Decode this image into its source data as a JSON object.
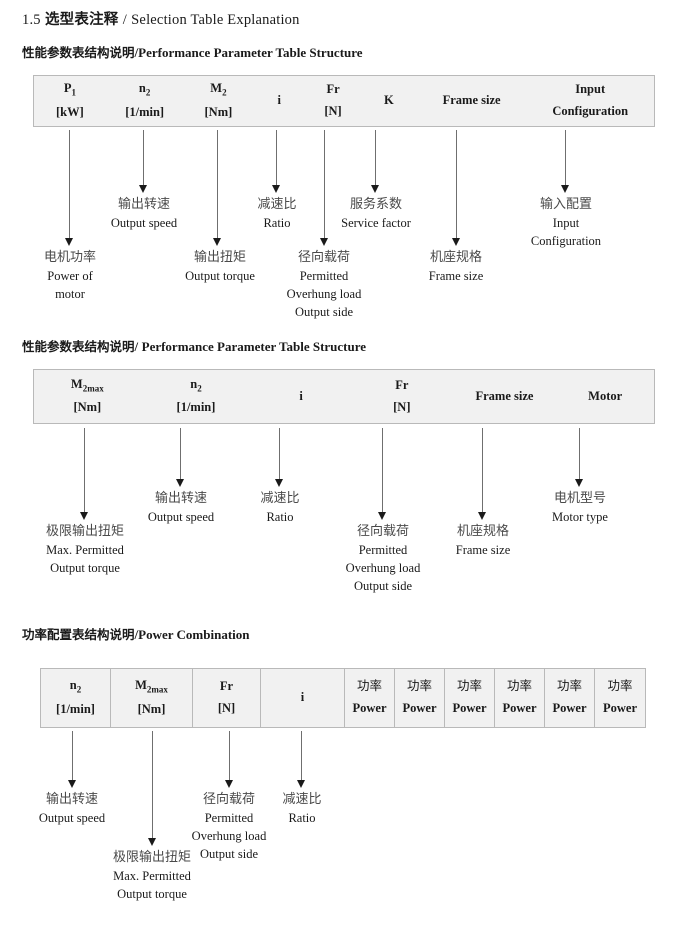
{
  "document": {
    "section_number": "1.5",
    "title_cn": "选型表注释",
    "title_sep": "/",
    "title_en": "Selection Table Explanation"
  },
  "sections": [
    {
      "heading_cn": "性能参数表结构说明",
      "heading_sep": "/",
      "heading_en": "Performance Parameter Table Structure",
      "table": {
        "bordered": false,
        "columns": [
          {
            "line1": "P",
            "sub1": "1",
            "line2": "[kW]"
          },
          {
            "line1": "n",
            "sub1": "2",
            "line2": "[1/min]"
          },
          {
            "line1": "M",
            "sub1": "2",
            "line2": "[Nm]"
          },
          {
            "line1": "i",
            "sub1": "",
            "line2": ""
          },
          {
            "line1": "Fr",
            "sub1": "",
            "line2": "[N]"
          },
          {
            "line1": "K",
            "sub1": "",
            "line2": ""
          },
          {
            "line1": "Frame size",
            "sub1": "",
            "line2": ""
          },
          {
            "line1": "Input",
            "sub1": "",
            "line2": "Configuration"
          }
        ]
      },
      "notes": [
        {
          "cn": "电机功率",
          "en": [
            "Power of",
            "motor"
          ]
        },
        {
          "cn": "输出转速",
          "en": [
            "Output speed"
          ]
        },
        {
          "cn": "输出扭矩",
          "en": [
            "Output torque"
          ]
        },
        {
          "cn": "减速比",
          "en": [
            "Ratio"
          ]
        },
        {
          "cn": "径向载荷",
          "en": [
            "Permitted",
            "Overhung load",
            "Output side"
          ]
        },
        {
          "cn": "服务系数",
          "en": [
            "Service factor"
          ]
        },
        {
          "cn": "机座规格",
          "en": [
            "Frame size"
          ]
        },
        {
          "cn": "输入配置",
          "en": [
            "Input",
            "Configuration"
          ]
        }
      ]
    },
    {
      "heading_cn": "性能参数表结构说明",
      "heading_sep": "/",
      "heading_en": "Performance Parameter Table Structure",
      "table": {
        "bordered": false,
        "columns": [
          {
            "line1": "M",
            "sub1": "2max",
            "line2": "[Nm]"
          },
          {
            "line1": "n",
            "sub1": "2",
            "line2": "[1/min]"
          },
          {
            "line1": "i",
            "sub1": "",
            "line2": ""
          },
          {
            "line1": "Fr",
            "sub1": "",
            "line2": "[N]"
          },
          {
            "line1": "Frame size",
            "sub1": "",
            "line2": ""
          },
          {
            "line1": "Motor",
            "sub1": "",
            "line2": ""
          }
        ]
      },
      "notes": [
        {
          "cn": "极限输出扭矩",
          "en": [
            "Max. Permitted",
            "Output  torque"
          ]
        },
        {
          "cn": "输出转速",
          "en": [
            "Output speed"
          ]
        },
        {
          "cn": "减速比",
          "en": [
            "Ratio"
          ]
        },
        {
          "cn": "径向载荷",
          "en": [
            "Permitted",
            "Overhung load",
            "Output side"
          ]
        },
        {
          "cn": "机座规格",
          "en": [
            "Frame size"
          ]
        },
        {
          "cn": "电机型号",
          "en": [
            "Motor type"
          ]
        }
      ]
    },
    {
      "heading_cn": "功率配置表结构说明",
      "heading_sep": "/",
      "heading_en": "Power Combination",
      "table": {
        "bordered": true,
        "columns": [
          {
            "line1": "n",
            "sub1": "2",
            "line2": "[1/min]"
          },
          {
            "line1": "M",
            "sub1": "2max",
            "line2": "[Nm]"
          },
          {
            "line1": "Fr",
            "sub1": "",
            "line2": "[N]"
          },
          {
            "line1": "i",
            "sub1": "",
            "line2": ""
          },
          {
            "line1": "功率",
            "sub1": "",
            "line2": "Power"
          },
          {
            "line1": "功率",
            "sub1": "",
            "line2": "Power"
          },
          {
            "line1": "功率",
            "sub1": "",
            "line2": "Power"
          },
          {
            "line1": "功率",
            "sub1": "",
            "line2": "Power"
          },
          {
            "line1": "功率",
            "sub1": "",
            "line2": "Power"
          },
          {
            "line1": "功率",
            "sub1": "",
            "line2": "Power"
          }
        ]
      },
      "notes": [
        {
          "cn": "输出转速",
          "en": [
            "Output speed"
          ]
        },
        {
          "cn": "极限输出扭矩",
          "en": [
            "Max. Permitted",
            "Output  torque"
          ]
        },
        {
          "cn": "径向载荷",
          "en": [
            "Permitted",
            "Overhung load",
            "Output side"
          ]
        },
        {
          "cn": "减速比",
          "en": [
            "Ratio"
          ]
        }
      ]
    }
  ],
  "colors": {
    "table_fill": "#f1f1f1",
    "table_border": "#b9b9b9",
    "arrow": "#1a1a1a",
    "cn_text": "#4a4a4a"
  }
}
